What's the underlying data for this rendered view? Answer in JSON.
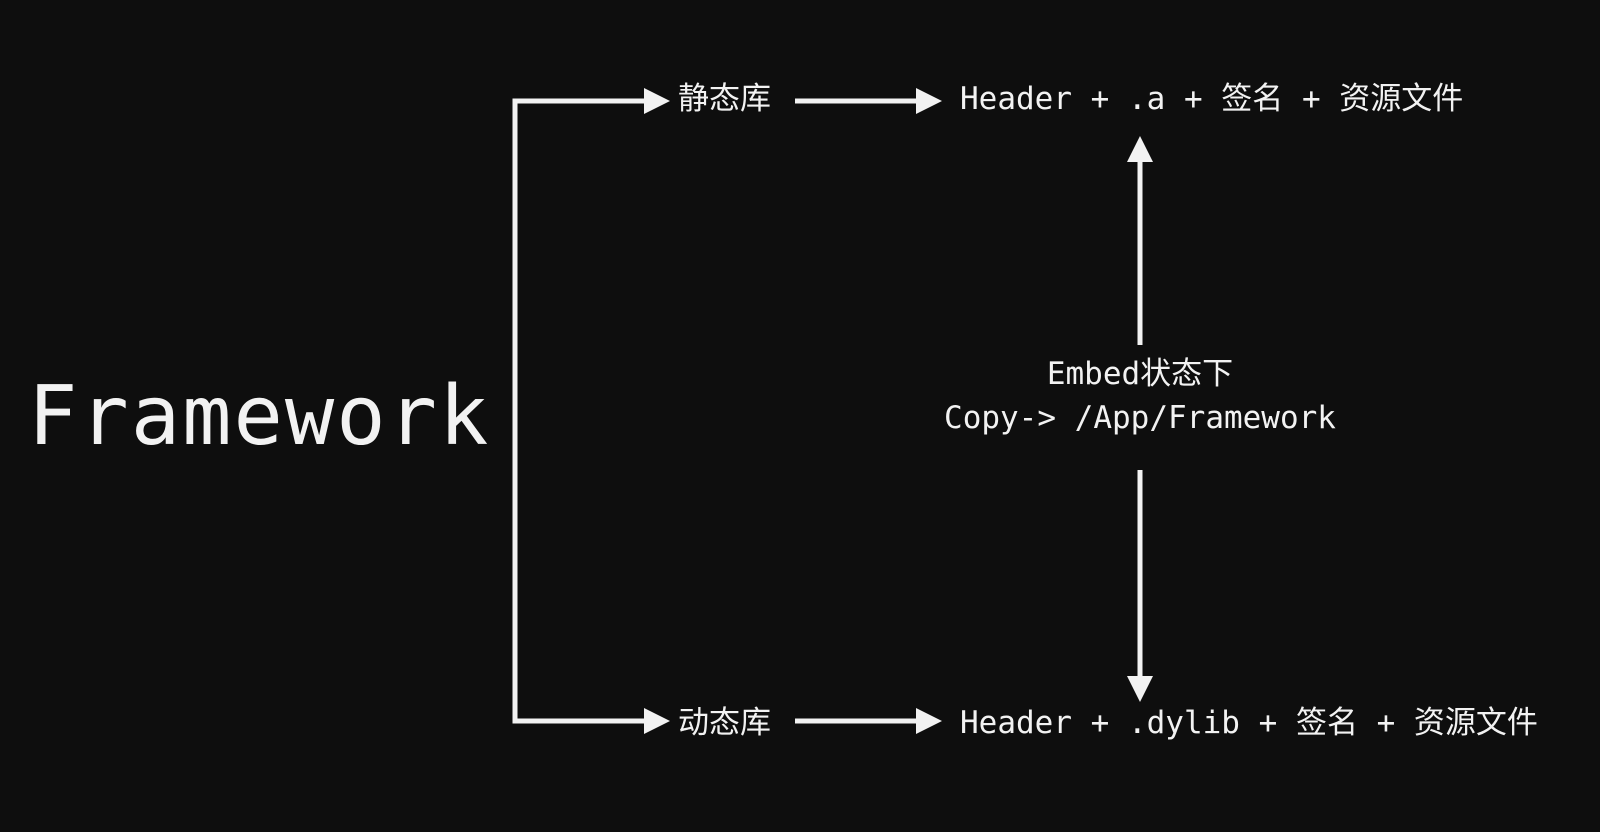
{
  "title": "Framework",
  "branches": {
    "static": {
      "label": "静态库",
      "composition": "Header + .a + 签名 + 资源文件"
    },
    "dynamic": {
      "label": "动态库",
      "composition": "Header + .dylib + 签名 + 资源文件"
    }
  },
  "embed_note": {
    "line1": "Embed状态下",
    "line2": "Copy-> /App/Framework"
  },
  "colors": {
    "background": "#0e0e0e",
    "foreground": "#f2f2f2"
  }
}
